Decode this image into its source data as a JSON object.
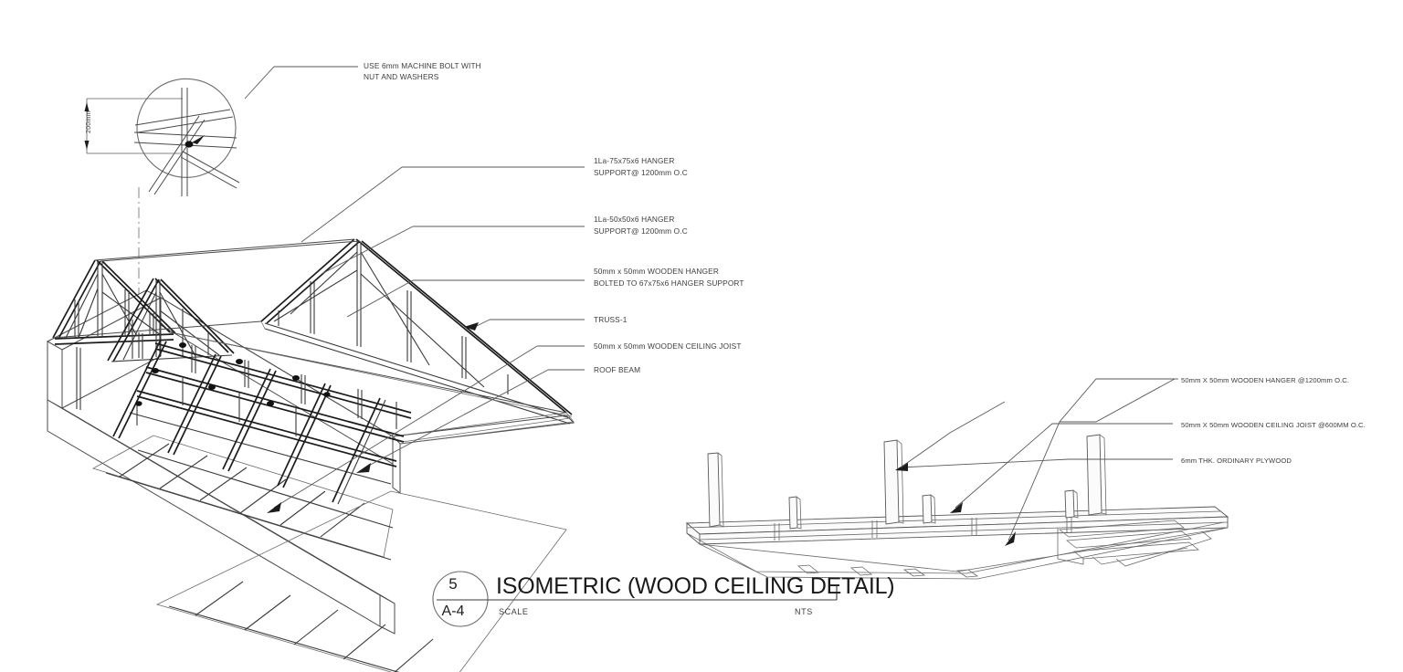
{
  "sheet": {
    "background_color": "#ffffff",
    "line_color": "#4a4a4a",
    "heavy_line_color": "#111111"
  },
  "detail_bubble": {
    "dimension_label": "200mm",
    "note": {
      "line1": "USE 6mm MACHINE BOLT WITH",
      "line2": "NUT AND WASHERS"
    }
  },
  "isometric_annotations": [
    {
      "id": "hanger-support-75",
      "line1": "1La-75x75x6 HANGER",
      "line2": "SUPPORT@ 1200mm O.C"
    },
    {
      "id": "hanger-support-50",
      "line1": "1La-50x50x6 HANGER",
      "line2": "SUPPORT@ 1200mm O.C"
    },
    {
      "id": "wooden-hanger-bolted",
      "line1": "50mm x 50mm WOODEN HANGER",
      "line2": "BOLTED TO 67x75x6 HANGER SUPPORT"
    },
    {
      "id": "truss-1",
      "line1": "TRUSS-1",
      "line2": ""
    },
    {
      "id": "wooden-ceiling-joist",
      "line1": "50mm x 50mm WOODEN CEILING JOIST",
      "line2": ""
    },
    {
      "id": "roof-beam",
      "line1": "ROOF BEAM",
      "line2": ""
    }
  ],
  "section_annotations": [
    {
      "id": "wooden-hanger-1200",
      "text": "50mm X 50mm WOODEN HANGER @1200mm O.C."
    },
    {
      "id": "wooden-ceiling-joist-600",
      "text": "50mm X 50mm WOODEN CEILING JOIST @600MM O.C."
    },
    {
      "id": "ordinary-plywood",
      "text": "6mm THK. ORDINARY PLYWOOD"
    }
  ],
  "title_block": {
    "detail_number": "5",
    "sheet_number": "A-4",
    "title": "ISOMETRIC (WOOD CEILING DETAIL)",
    "scale_label": "SCALE",
    "scale_value": "NTS"
  }
}
